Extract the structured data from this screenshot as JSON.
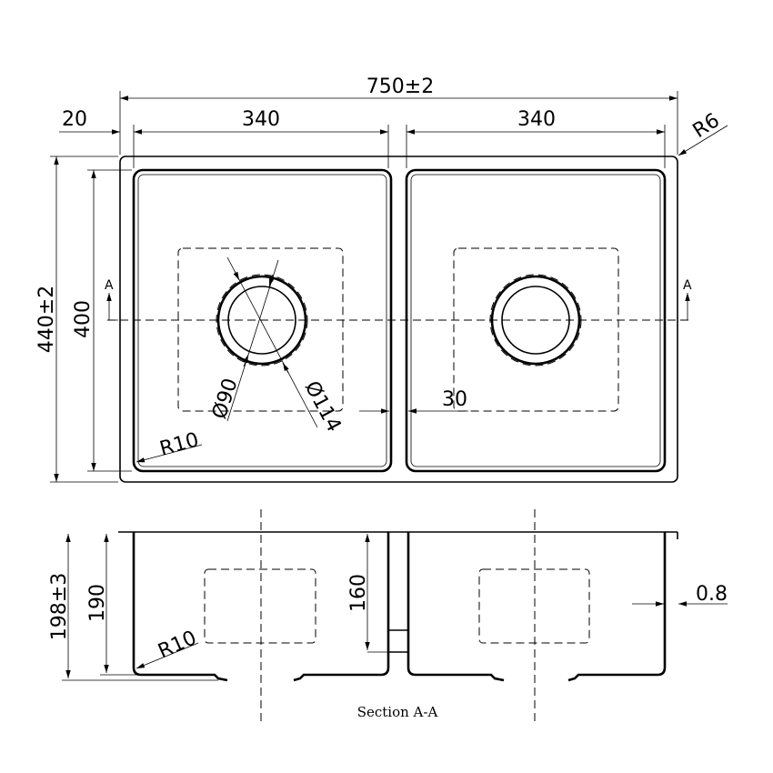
{
  "dimensions": {
    "overall_width": "750±2",
    "bowl_left_width": "340",
    "bowl_right_width": "340",
    "rim": "20",
    "corner_radius_outer": "R6",
    "overall_depth": "440±2",
    "bowl_depth": "400",
    "drain_inner": "Ø90",
    "drain_outer": "Ø114",
    "bowl_corner_radius": "R10",
    "divider": "30",
    "section_height": "198±3",
    "section_bowl_height": "190",
    "divider_height": "160",
    "thickness": "0.8",
    "section_corner_radius": "R10"
  },
  "section_markers": {
    "left": "A",
    "right": "A"
  },
  "caption": "Section A-A"
}
